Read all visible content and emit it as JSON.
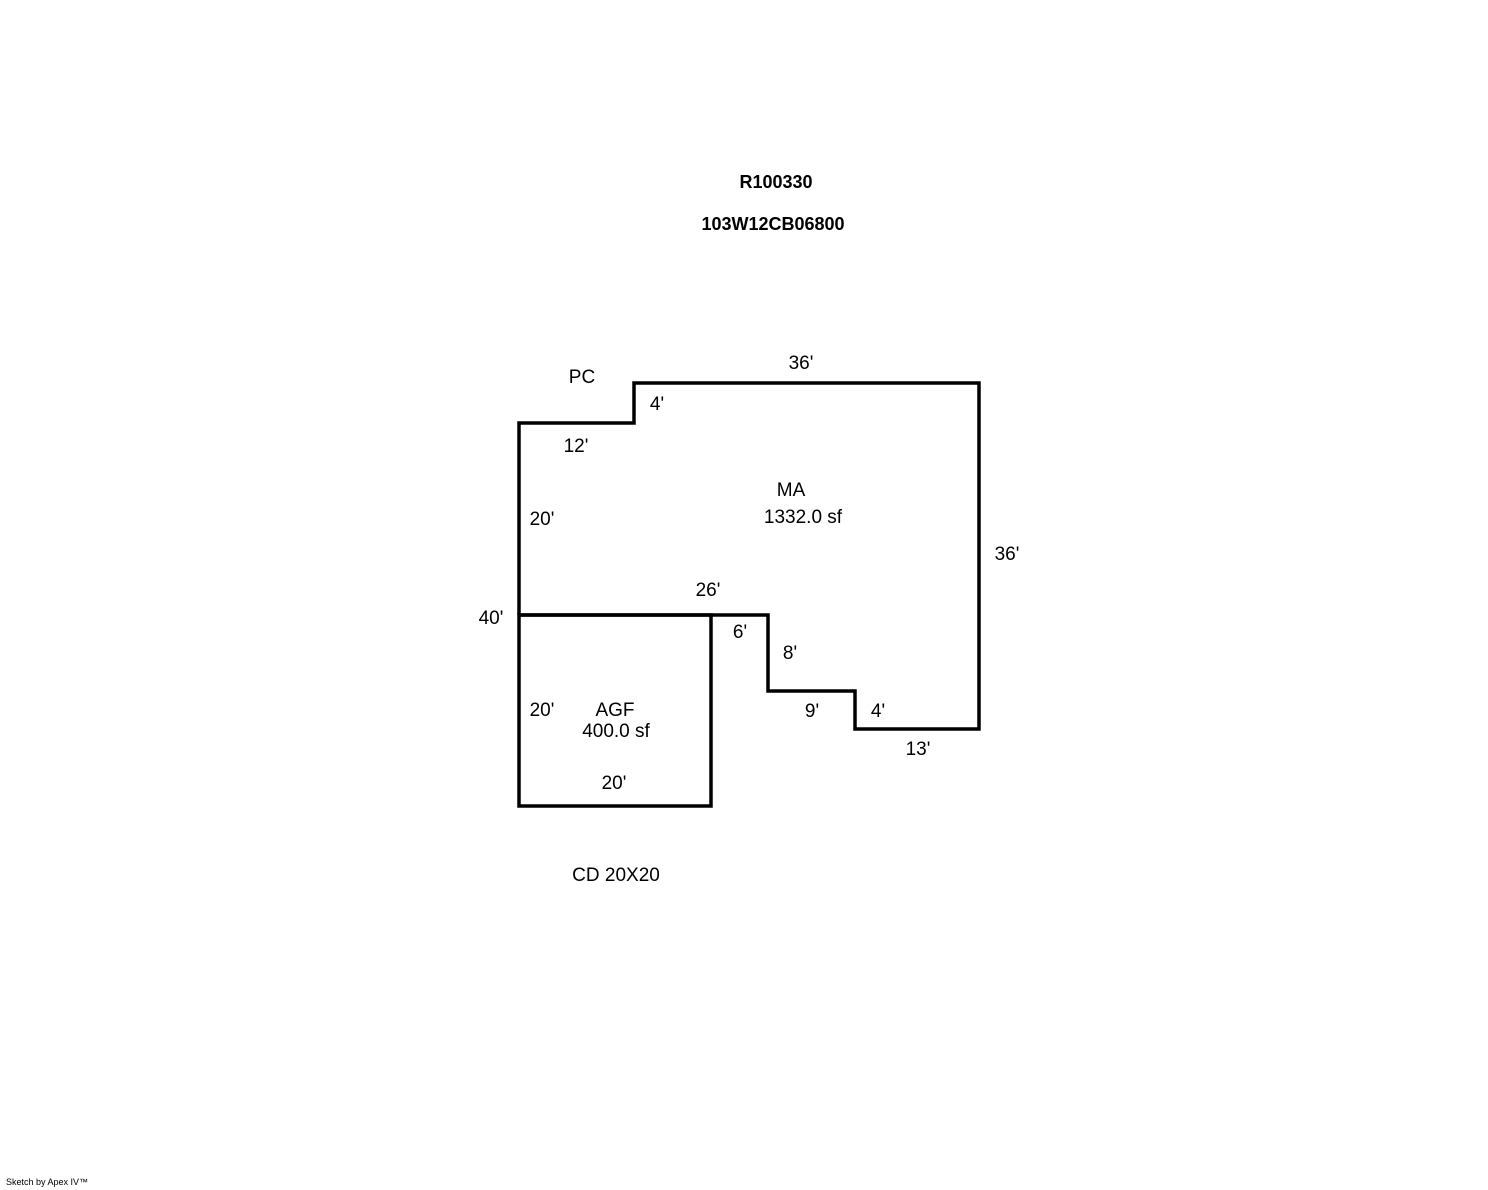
{
  "header": {
    "parcel_id": "R100330",
    "map_number": "103W12CB06800"
  },
  "areas": {
    "main": {
      "code": "MA",
      "area": "1332.0 sf"
    },
    "garage": {
      "code": "AGF",
      "area": "400.0 sf"
    },
    "porch": {
      "code": "PC"
    }
  },
  "dimensions": {
    "top": "36'",
    "right": "36'",
    "left_total": "40'",
    "left_upper": "20'",
    "pc_step_width": "12'",
    "pc_step_height": "4'",
    "inner_top": "26'",
    "notch_6": "6'",
    "notch_8": "8'",
    "notch_9": "9'",
    "notch_4": "4'",
    "bottom_right": "13'",
    "agf_left": "20'",
    "agf_bottom": "20'"
  },
  "notes": {
    "deck": "CD 20X20"
  },
  "footer": {
    "credit": "Sketch by Apex IV™"
  }
}
